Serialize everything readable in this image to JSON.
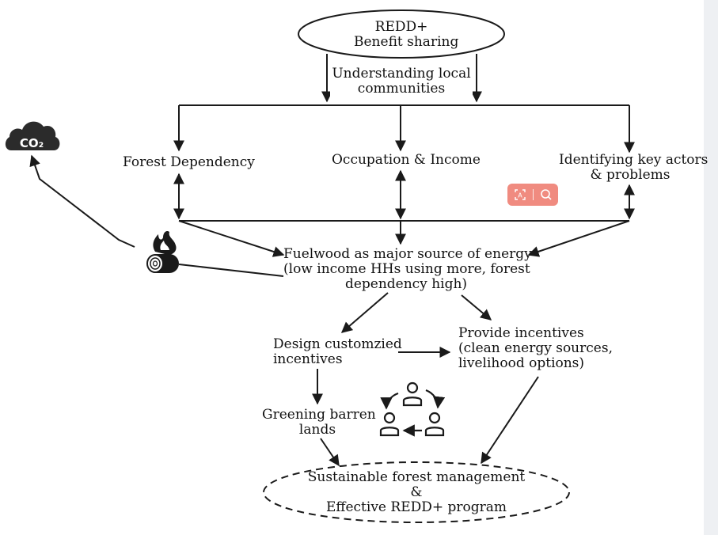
{
  "diagram": {
    "top_node": {
      "line1": "REDD+",
      "line2": "Benefit sharing"
    },
    "understanding": {
      "line1": "Understanding local",
      "line2": "communities"
    },
    "forest_dependency": "Forest Dependency",
    "occupation": "Occupation & Income",
    "key_actors": {
      "line1": "Identifying key actors",
      "line2": "& problems"
    },
    "fuelwood": {
      "line1": "Fuelwood as major source of energy",
      "line2": "(low income HHs using more, forest",
      "line3": "dependency high)"
    },
    "design": {
      "line1": "Design customzied",
      "line2": "incentives"
    },
    "provide": {
      "line1": "Provide incentives",
      "line2": "(clean energy sources,",
      "line3": "livelihood options)"
    },
    "greening": {
      "line1": "Greening barren",
      "line2": "lands"
    },
    "bottom_node": {
      "line1": "Sustainable forest management",
      "line2": "&",
      "line3": "Effective REDD+ program"
    },
    "co2_icon": {
      "text": "CO₂",
      "icon": "cloud-co2-icon"
    },
    "fire_icon": "burning-log-icon",
    "people_cycle_icon": "people-cycle-icon"
  },
  "overlay_toolbar": {
    "ai_icon": "ai-text-icon",
    "search_icon": "search-icon",
    "color": "#f08b80"
  }
}
